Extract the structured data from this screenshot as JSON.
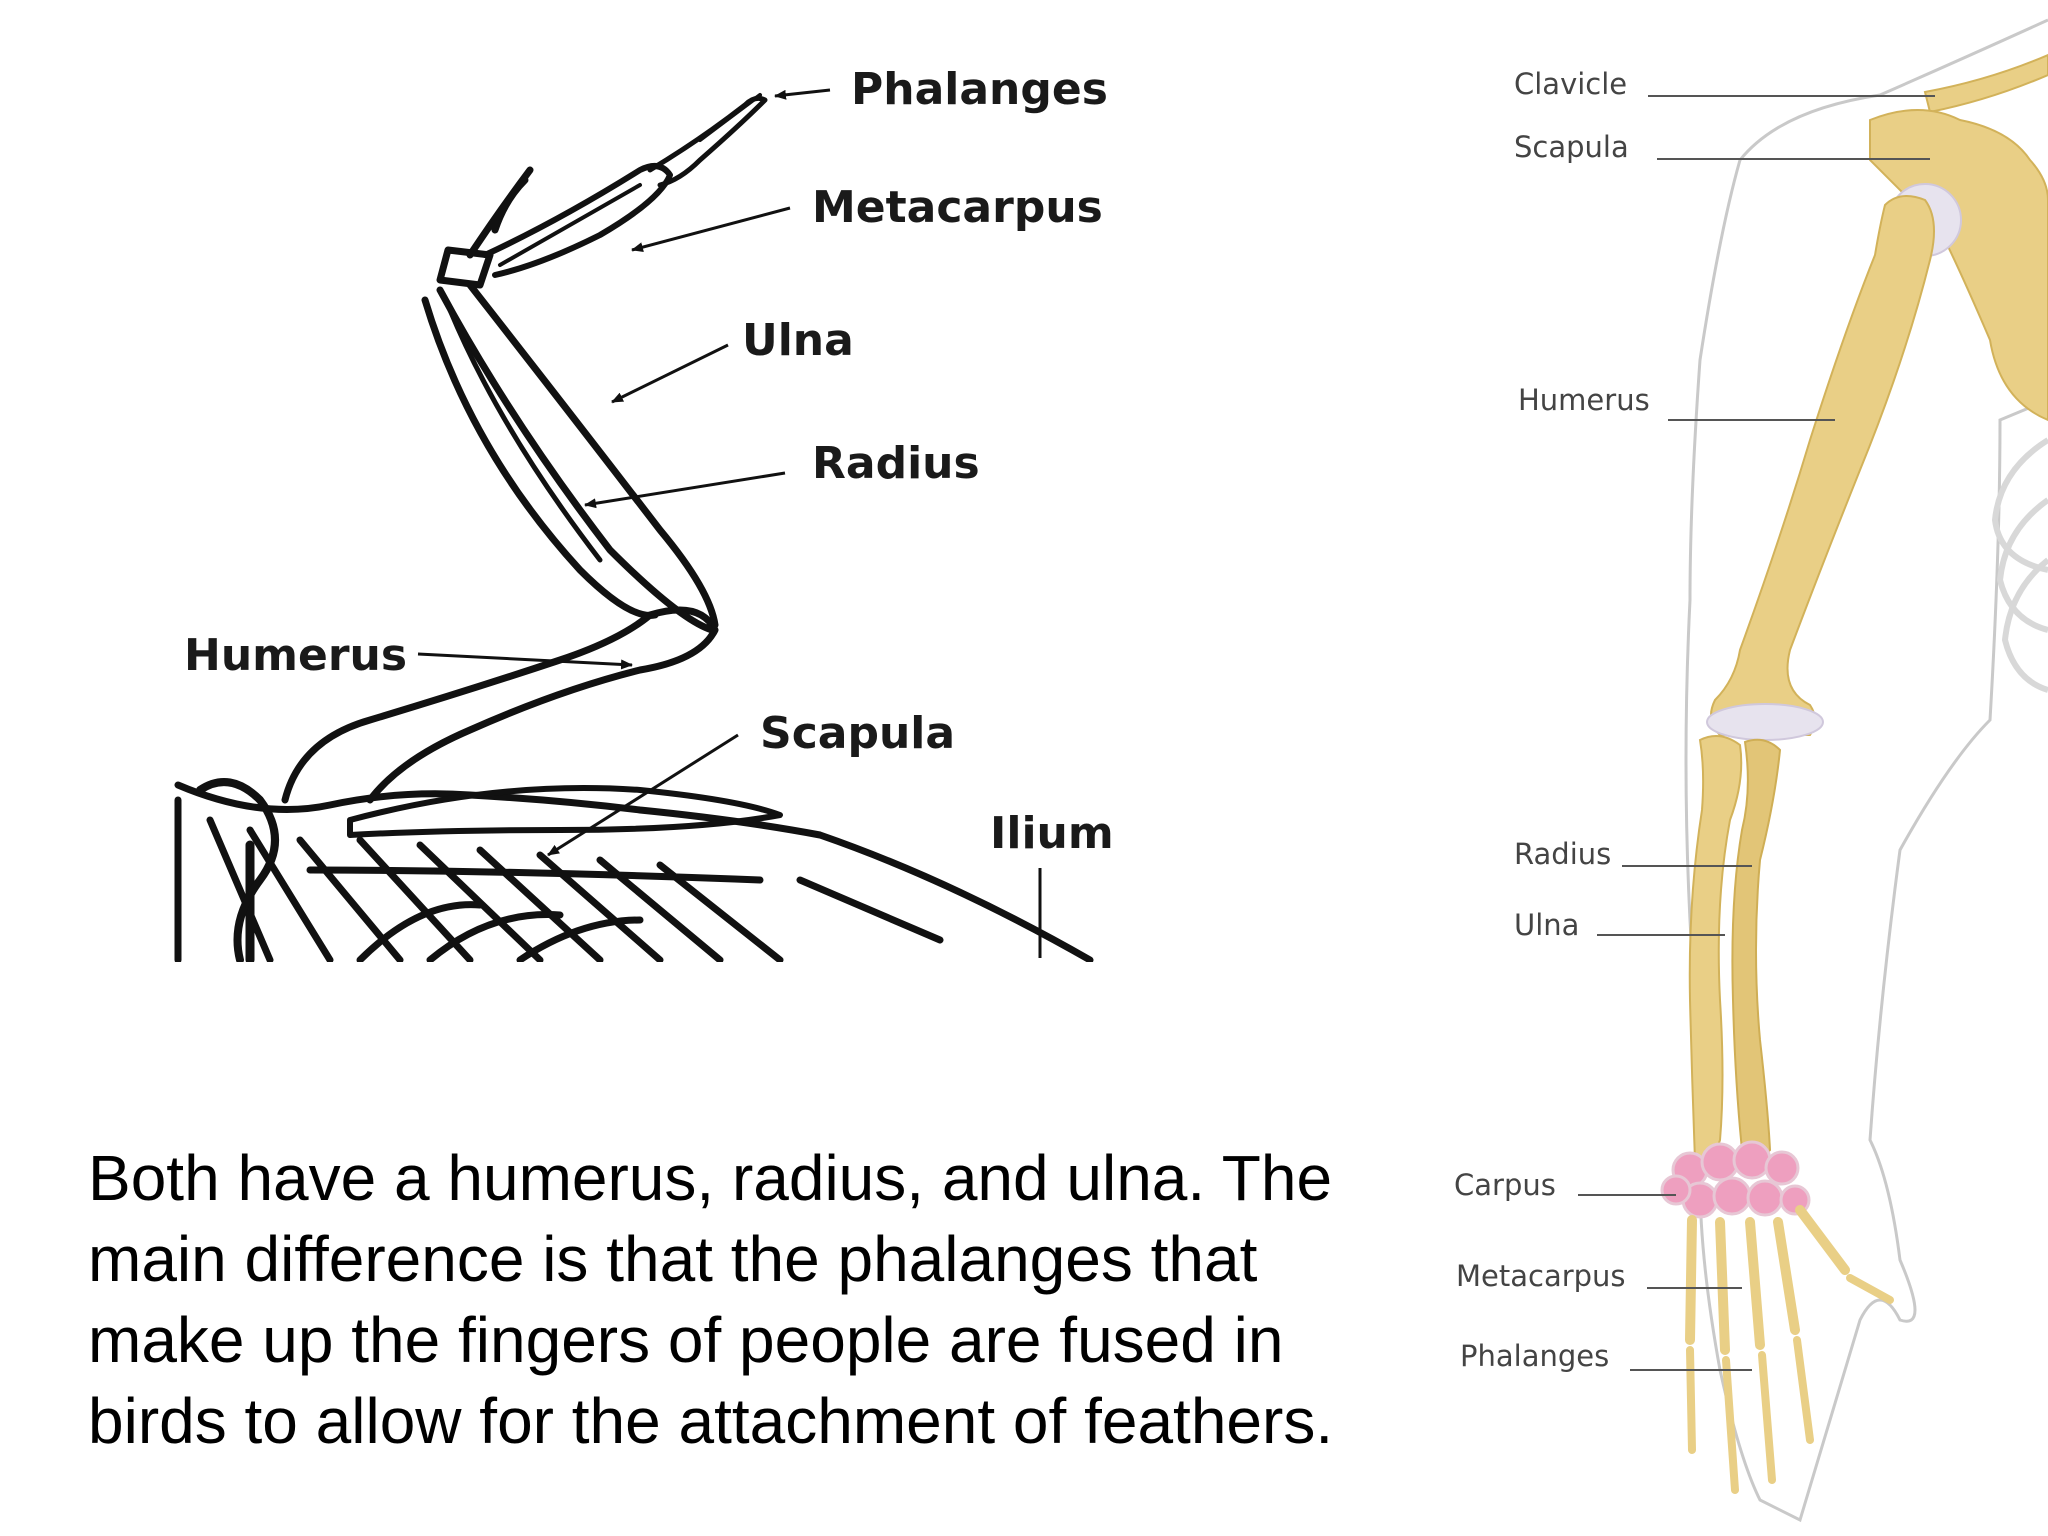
{
  "bird_diagram": {
    "labels": {
      "phalanges": "Phalanges",
      "metacarpus": "Metacarpus",
      "ulna": "Ulna",
      "radius": "Radius",
      "humerus": "Humerus",
      "scapula": "Scapula",
      "ilium": "Ilium"
    }
  },
  "human_diagram": {
    "labels": {
      "clavicle": "Clavicle",
      "scapula": "Scapula",
      "humerus": "Humerus",
      "radius": "Radius",
      "ulna": "Ulna",
      "carpus": "Carpus",
      "metacarpus": "Metacarpus",
      "phalanges": "Phalanges"
    },
    "colors": {
      "bone": "#e9cf86",
      "bone_outline": "#d2b25a",
      "cartilage": "#e7e3ee",
      "carpus": "#ee9fbf",
      "body_outline": "#c9c9c9"
    }
  },
  "caption": "Both have a humerus, radius, and ulna. The main difference is that the phalanges that make up the fingers of people are fused in birds to allow for the attachment of feathers."
}
